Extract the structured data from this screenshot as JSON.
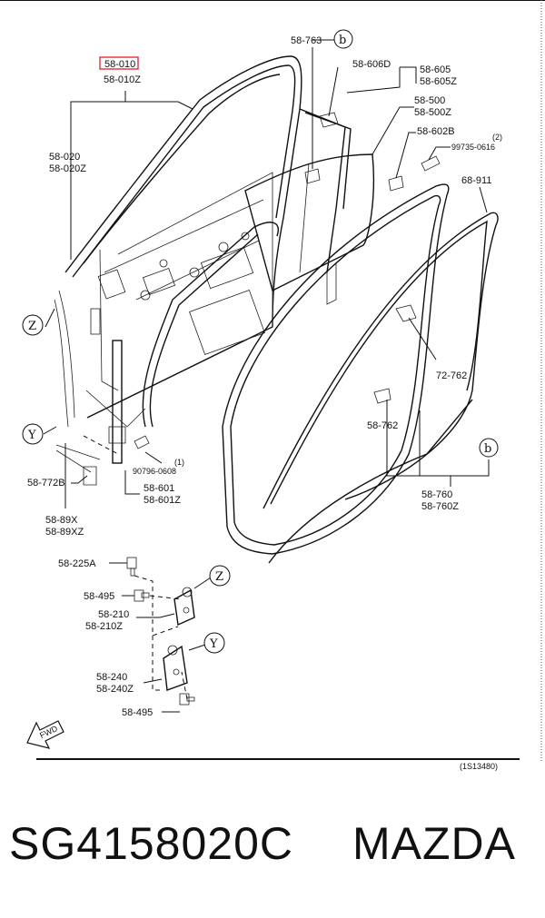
{
  "diagram": {
    "labels": {
      "l_58_010_red": "58-010",
      "l_58_010z": "58-010Z",
      "l_58_020": "58-020",
      "l_58_020z": "58-020Z",
      "l_58_763": "58-763",
      "l_58_606d": "58-606D",
      "l_58_605": "58-605",
      "l_58_605z": "58-605Z",
      "l_58_500": "58-500",
      "l_58_500z": "58-500Z",
      "l_58_602b": "58-602B",
      "l_2": "(2)",
      "l_99735": "99735-0616",
      "l_68_911": "68-911",
      "l_72_762": "72-762",
      "l_58_762": "58-762",
      "l_58_760": "58-760",
      "l_58_760z": "58-760Z",
      "l_1": "(1)",
      "l_90796": "90796-0608",
      "l_58_601": "58-601",
      "l_58_601z": "58-601Z",
      "l_58_772b": "58-772B",
      "l_58_89x": "58-89X",
      "l_58_89xz": "58-89XZ",
      "l_58_225a": "58-225A",
      "l_58_495_a": "58-495",
      "l_58_210": "58-210",
      "l_58_210z": "58-210Z",
      "l_58_240": "58-240",
      "l_58_240z": "58-240Z",
      "l_58_495_b": "58-495",
      "l_fwd": "FWD",
      "l_ref": "(1S13480)"
    },
    "callouts": {
      "b": "b",
      "z": "Z",
      "y": "Y"
    }
  },
  "footer": {
    "part_number": "SG4158020C",
    "brand": "MAZDA"
  },
  "colors": {
    "highlight": "#e0202a",
    "ink": "#111111"
  }
}
